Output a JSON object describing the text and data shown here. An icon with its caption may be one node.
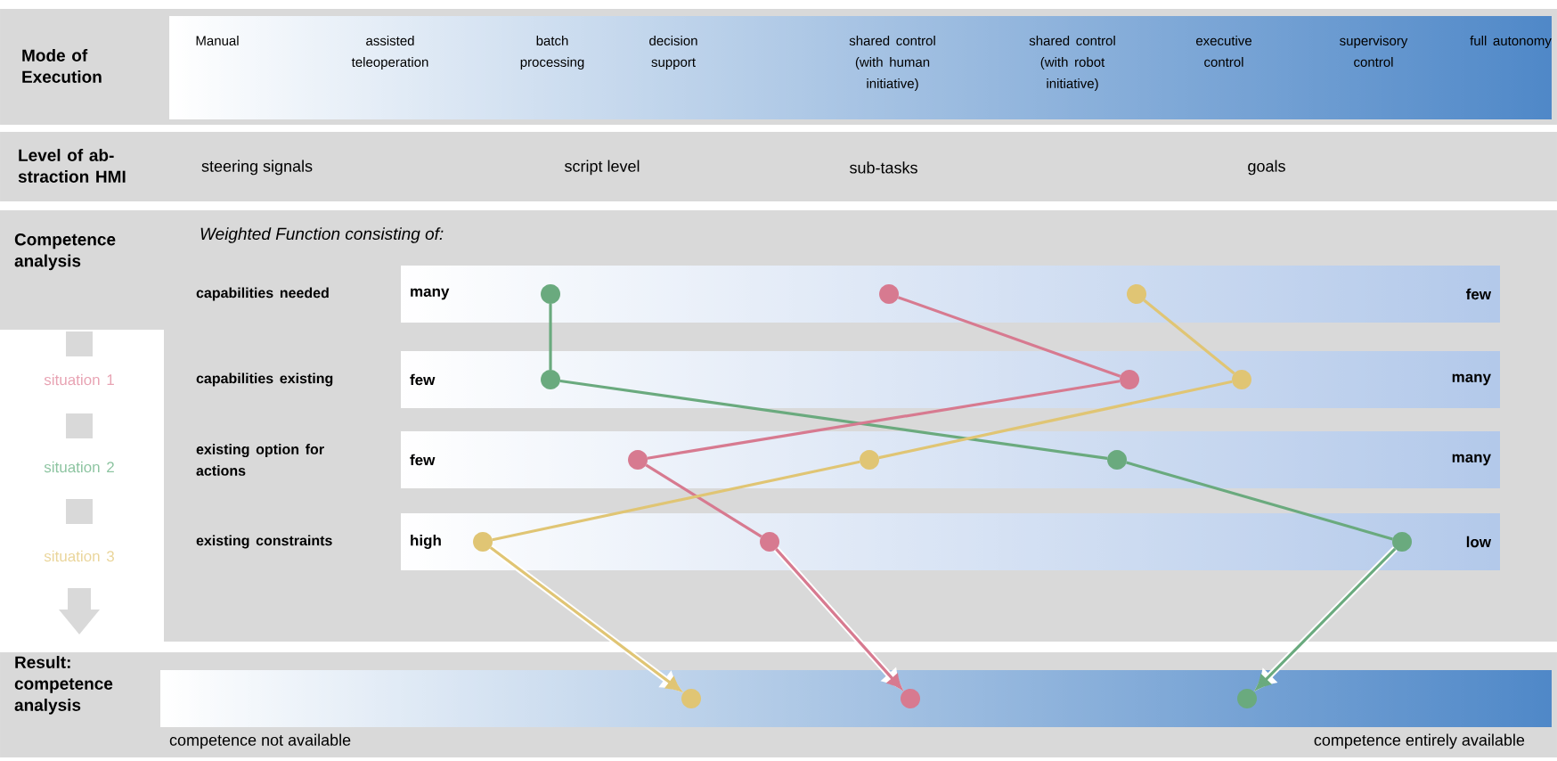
{
  "diagram": {
    "nodes": [
      {
        "text": [
          "Mode of Execution",
          "Manual",
          "assisted teleoperation",
          "batch processing",
          "decision support",
          "shared control (with human initiative)",
          "shared control (with robot initiative)",
          "executive control",
          "supervisory control",
          "full autonomy"
        ]
      },
      {
        "text": [
          "Level of ab-straction HMI",
          "steering signals",
          "script level",
          "sub-tasks",
          "goals"
        ]
      },
      {
        "text": [
          "Competence analysis",
          "*Weighted Function consisting of:*"
        ]
      },
      {
        "text": [
          "capabilities needed",
          "many",
          "few"
        ],
        "in": 2
      },
      {
        "text": [],
        "shape": "circle",
        "in": 3
      },
      {
        "text": [],
        "shape": "circle",
        "in": 3
      },
      {
        "text": [],
        "shape": "circle",
        "in": 3
      },
      {
        "text": [
          "capabilities existing",
          "few",
          "many"
        ],
        "in": 2
      },
      {
        "text": [],
        "shape": "circle",
        "in": 7
      },
      {
        "text": [],
        "shape": "circle",
        "in": 7
      },
      {
        "text": [],
        "shape": "circle",
        "in": 7
      },
      {
        "text": [
          "existing option for actions",
          "few",
          "many"
        ],
        "in": 2
      },
      {
        "text": [],
        "shape": "circle",
        "in": 11
      },
      {
        "text": [],
        "shape": "circle",
        "in": 11
      },
      {
        "text": [],
        "shape": "circle",
        "in": 11
      },
      {
        "text": [
          "existing constraints",
          "high",
          "low"
        ],
        "in": 2
      },
      {
        "text": [],
        "shape": "circle",
        "in": 15
      },
      {
        "text": [],
        "shape": "circle",
        "in": 15
      },
      {
        "text": [],
        "shape": "circle",
        "in": 15
      },
      {
        "text": [
          "Result: competence analysis",
          "competence not available",
          "competence entirely available"
        ]
      },
      {
        "text": [],
        "shape": "circle",
        "in": 19
      },
      {
        "text": [],
        "shape": "circle",
        "in": 19
      },
      {
        "text": [],
        "shape": "circle",
        "in": 19
      }
    ],
    "edges": [
      {
        "from": 4,
        "to": 8,
        "arrow": "none",
        "color": "#6aaa7e"
      },
      {
        "from": 8,
        "to": 14,
        "arrow": "none",
        "color": "#6aaa7e"
      },
      {
        "from": 14,
        "to": 18,
        "arrow": "none",
        "color": "#6aaa7e"
      },
      {
        "from": 18,
        "to": 22,
        "arrow": "to",
        "color": "#6aaa7e"
      },
      {
        "from": 5,
        "to": 9,
        "arrow": "none",
        "color": "#d77a90"
      },
      {
        "from": 9,
        "to": 12,
        "arrow": "none",
        "color": "#d77a90"
      },
      {
        "from": 12,
        "to": 17,
        "arrow": "none",
        "color": "#d77a90"
      },
      {
        "from": 17,
        "to": 21,
        "arrow": "to",
        "color": "#d77a90"
      },
      {
        "from": 6,
        "to": 10,
        "arrow": "none",
        "color": "#e0c574"
      },
      {
        "from": 10,
        "to": 13,
        "arrow": "none",
        "color": "#e0c574"
      },
      {
        "from": 13,
        "to": 16,
        "arrow": "none",
        "color": "#e0c574"
      },
      {
        "from": 16,
        "to": 20,
        "arrow": "to",
        "color": "#e0c574"
      }
    ],
    "legend": [
      {
        "text": "situation 1",
        "color": "#e8a3b3"
      },
      {
        "text": "situation 2",
        "color": "#8cc4a0"
      },
      {
        "text": "situation 3",
        "color": "#ead59a"
      }
    ]
  }
}
